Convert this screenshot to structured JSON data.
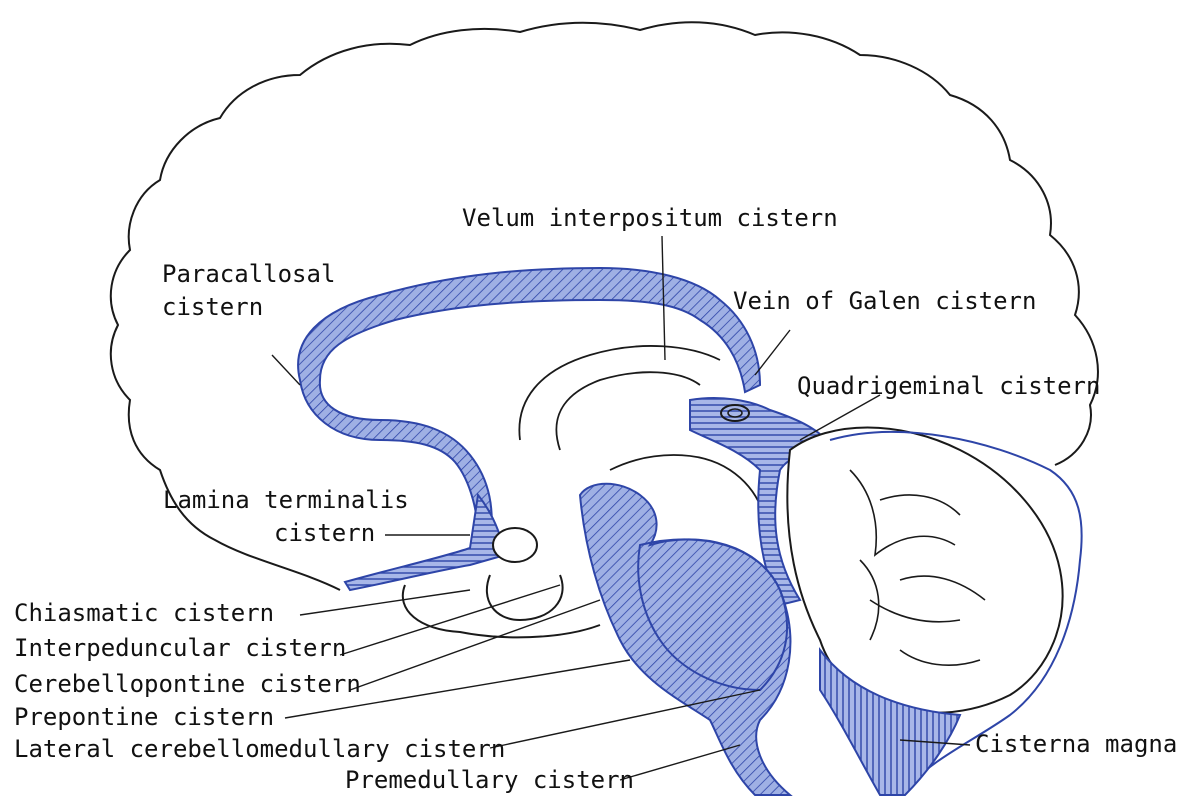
{
  "diagram": {
    "colors": {
      "outline": "#1a1a1a",
      "csf_fill": "#5b74c8",
      "csf_stroke": "#2e45a8"
    },
    "labels": {
      "velum": "Velum interpositum cistern",
      "paracallosal_1": "Paracallosal",
      "paracallosal_2": "cistern",
      "galen": "Vein of Galen cistern",
      "quadrigeminal": "Quadrigeminal cistern",
      "lamina_1": "Lamina terminalis",
      "lamina_2": "cistern",
      "chiasmatic": "Chiasmatic cistern",
      "interpeduncular": "Interpeduncular cistern",
      "cerebellopontine": "Cerebellopontine cistern",
      "prepontine": "Prepontine cistern",
      "lateral_cm": "Lateral cerebellomedullary cistern",
      "premedullary": "Premedullary cistern",
      "magna": "Cisterna magna"
    }
  }
}
